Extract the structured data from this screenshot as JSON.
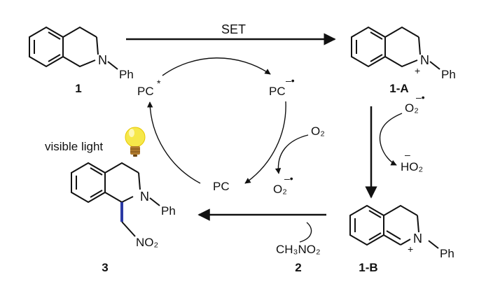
{
  "colors": {
    "stroke": "#111111",
    "new_bond": "#2b3aa5",
    "bulb_yellow": "#f6e84a",
    "bulb_base": "#b07a2c"
  },
  "icons": {
    "light_source": "lightbulb-icon"
  },
  "compounds": {
    "c1": {
      "number": "1",
      "n_label": "N",
      "substituent": "Ph"
    },
    "c1a": {
      "number": "1-A",
      "n_label": "N",
      "charge": "+",
      "substituent": "Ph"
    },
    "c1b": {
      "number": "1-B",
      "n_label": "N",
      "charge": "+",
      "substituent": "Ph"
    },
    "c3": {
      "number": "3",
      "n_label": "N",
      "substituent": "Ph",
      "nitro": "NO₂"
    }
  },
  "reagents": {
    "nitromethane": {
      "formula": "CH₃NO₂",
      "number": "2"
    }
  },
  "step_labels": {
    "set": "SET"
  },
  "cycle": {
    "pc_excited": "PC",
    "pc_excited_sup": "*",
    "pc_reduced": "PC",
    "pc_reduced_sup": "–•",
    "pc_ground": "PC",
    "o2": "O₂",
    "superoxide": "O₂",
    "superoxide_sup": "–•"
  },
  "oxidation_step": {
    "superoxide": "O₂",
    "superoxide_sup": "–•",
    "hydroperoxide": "HO₂",
    "hydroperoxide_sup": "–"
  },
  "light": {
    "label": "visible light"
  }
}
